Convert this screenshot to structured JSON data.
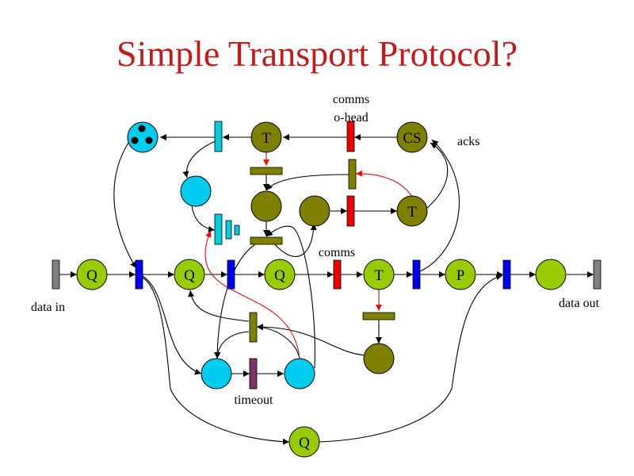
{
  "title": "Simple Transport Protocol?",
  "labels": {
    "comms_ohead_line1": "comms",
    "comms_ohead_line2": "o-head",
    "acks": "acks",
    "comms": "comms",
    "data_in": "data in",
    "data_out": "data out",
    "timeout": "timeout"
  },
  "nodes": {
    "q_in": "Q",
    "q_mid1": "Q",
    "q_mid2": "Q",
    "t_main": "T",
    "p_main": "P",
    "t_top": "T",
    "cs_top": "CS",
    "t_ack": "T",
    "q_bottom": "Q"
  },
  "colors": {
    "title": "#c41a1a",
    "lime_place": "#99cc00",
    "olive_place": "#808000",
    "cyan_place": "#00ccee",
    "blue_transition": "#0000ee",
    "red_transition": "#ee0000",
    "olive_transition": "#808000",
    "cyan_transition": "#00ccdd",
    "purple_transition": "#803366",
    "gray_transition": "#808080",
    "red_arc": "#e01010"
  }
}
